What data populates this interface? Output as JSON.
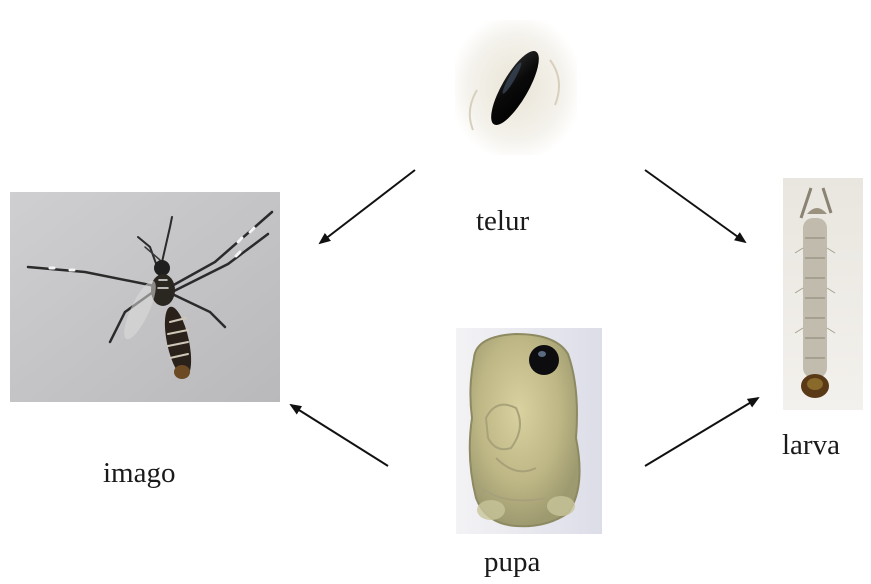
{
  "diagram": {
    "stages": {
      "egg": {
        "label": "telur",
        "icon": "egg-icon"
      },
      "larva": {
        "label": "larva",
        "icon": "larva-icon"
      },
      "pupa": {
        "label": "pupa",
        "icon": "pupa-icon"
      },
      "adult": {
        "label": "imago",
        "icon": "mosquito-icon"
      }
    },
    "arrow_color": "#111111"
  }
}
